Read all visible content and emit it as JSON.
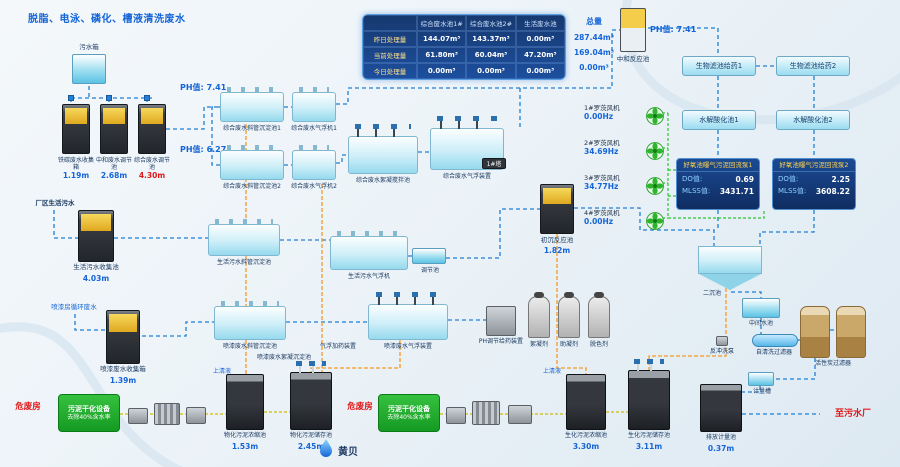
{
  "title": "脱脂、电泳、磷化、槽液清洗废水",
  "stats": {
    "columns": [
      "综合废水池1#",
      "综合废水池2#",
      "生活废水池"
    ],
    "rows": [
      {
        "label": "昨日处理量",
        "values": [
          "144.07m³",
          "143.37m³",
          "0.00m³"
        ]
      },
      {
        "label": "当前处理量",
        "values": [
          "61.80m³",
          "60.04m³",
          "47.20m³"
        ]
      },
      {
        "label": "今日处理量",
        "values": [
          "0.00m³",
          "0.00m³",
          "0.00m³"
        ]
      }
    ],
    "total_label": "总量",
    "totals": [
      "287.44m³",
      "169.04m³",
      "0.00m³"
    ]
  },
  "left": {
    "sewage_tank_label": "污水箱",
    "ph_top_label": "PH值:",
    "ph_top_value": "7.41",
    "ph_mid_label": "PH值:",
    "ph_mid_value": "6.27",
    "collect_tanks": [
      {
        "name": "铁碳废水收集箱",
        "level": "1.19m"
      },
      {
        "name": "中和废水调节池",
        "level": "2.68m"
      },
      {
        "name": "综合废水调节池",
        "level": "4.30m"
      }
    ],
    "plant_sewage_label": "厂区生活污水",
    "living_tank": {
      "name": "生活污水收集池",
      "level": "4.03m"
    },
    "paint_feed_label": "喷漆房循环废水",
    "paint_tank": {
      "name": "喷漆废水收集箱",
      "level": "1.39m"
    }
  },
  "units": {
    "u1": "综合废水斜管沉淀池1",
    "u1b": "综合废水气浮机1",
    "u2": "综合废水斜管沉淀池2",
    "u2b": "综合废水气浮机2",
    "mixer": "综合废水絮凝搅拌池",
    "daf1": "综合废水气浮装置",
    "tower": "1#塔",
    "u3": "生活污水斜管沉淀池",
    "daf3": "生活污水气浮机",
    "regulate": "调节池",
    "primary_tank": {
      "name": "初沉反应池",
      "level": "1.82m"
    },
    "u4": "喷漆废水斜管沉淀池",
    "u4b": "喷漆废水絮凝沉淀池",
    "daf2": "喷漆废水气浮装置",
    "daf_dosing": "气浮加药装置",
    "ph_dosing": "PH调节给药装置",
    "chemicals": [
      "絮凝剂",
      "助凝剂",
      "脱色剂"
    ],
    "supernatant": "上清液"
  },
  "right": {
    "neutral_tank": {
      "ph_label": "PH值:",
      "ph": "7.41",
      "name": "中和反应池"
    },
    "bio_boxes": [
      "生物滤池给药1",
      "生物滤池给药2",
      "水解酸化池1",
      "水解酸化池2"
    ],
    "fans": [
      {
        "name": "1#罗茨风机",
        "value": "0.00Hz"
      },
      {
        "name": "2#罗茨风机",
        "value": "34.69Hz"
      },
      {
        "name": "3#罗茨风机",
        "value": "34.77Hz"
      },
      {
        "name": "4#罗茨风机",
        "value": "0.00Hz"
      }
    ],
    "panels": [
      {
        "title": "好氧池曝气污泥回流泵1",
        "do_label": "DO值:",
        "do": "0.69",
        "mlss_label": "MLSS值:",
        "mlss": "3431.71"
      },
      {
        "title": "好氧池曝气污泥回流泵2",
        "do_label": "DO值:",
        "do": "2.25",
        "mlss_label": "MLSS值:",
        "mlss": "3608.22"
      }
    ],
    "clarifier": "二沉池",
    "mid_pool": "中间水池",
    "filter": "自清洗过滤器",
    "backwash": "反冲洗泵",
    "carbon": "活性炭过滤器",
    "meter": "计量槽"
  },
  "bottom": {
    "hazard_room": "危废房",
    "dryer_line1": "污泥干化设备",
    "dryer_line2": "去除40%含水率",
    "left_tanks": [
      {
        "name": "物化污泥浓缩池",
        "level": "1.53m"
      },
      {
        "name": "物化污泥储存池",
        "level": "2.45m"
      }
    ],
    "right_tanks": [
      {
        "name": "生化污泥浓缩池",
        "level": "3.30m"
      },
      {
        "name": "生化污泥储存池",
        "level": "3.11m"
      }
    ],
    "discharge_tank": {
      "name": "排放计量池",
      "level": "0.37m"
    },
    "to_plant": "至污水厂",
    "logo_text": "黄贝"
  },
  "palette": {
    "main_flow": "#1f7fd4",
    "sludge_flow": "#f59a23",
    "air_flow": "#2fc52f",
    "aux_flow": "#d4c42e",
    "alarm": "#e01818"
  }
}
